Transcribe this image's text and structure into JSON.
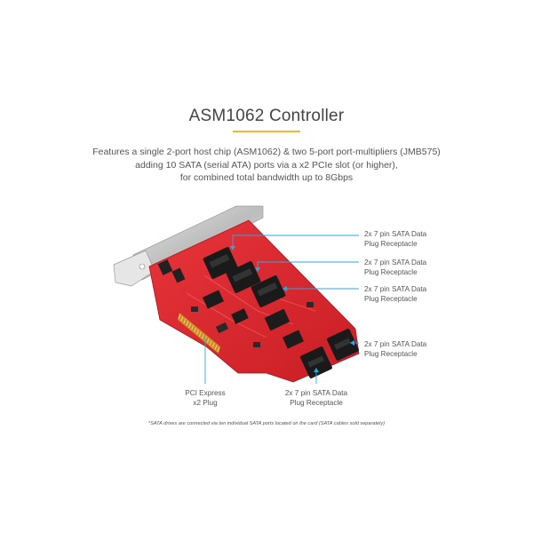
{
  "heading": {
    "title": "ASM1062 Controller",
    "accent_color": "#f2b632"
  },
  "description": {
    "line1": "Features a single 2-port host chip (ASM1062) & two 5-port port-multipliers (JMB575)",
    "line2": "adding 10 SATA (serial ATA) ports via a x2 PCIe slot (or higher),",
    "line3": "for combined total bandwidth up to 8Gbps"
  },
  "callouts": [
    {
      "line1": "2x 7 pin SATA Data",
      "line2": "Plug Receptacle"
    },
    {
      "line1": "2x 7 pin SATA Data",
      "line2": "Plug Receptacle"
    },
    {
      "line1": "2x 7 pin SATA Data",
      "line2": "Plug Receptacle"
    },
    {
      "line1": "2x 7 pin SATA Data",
      "line2": "Plug Receptacle"
    },
    {
      "line1": "2x 7 pin SATA Data",
      "line2": "Plug Receptacle"
    },
    {
      "line1": "PCI Express",
      "line2": "x2 Plug"
    }
  ],
  "footnote": "*SATA drives are connected via ten individual SATA ports located on the card (SATA cables sold separately)",
  "colors": {
    "leader_line": "#29a9e0",
    "pcb_red": "#e0242b",
    "bracket_metal": "#c9c9c9",
    "gold_contacts": "#d9a53a",
    "connector_black": "#1a1a1a"
  }
}
